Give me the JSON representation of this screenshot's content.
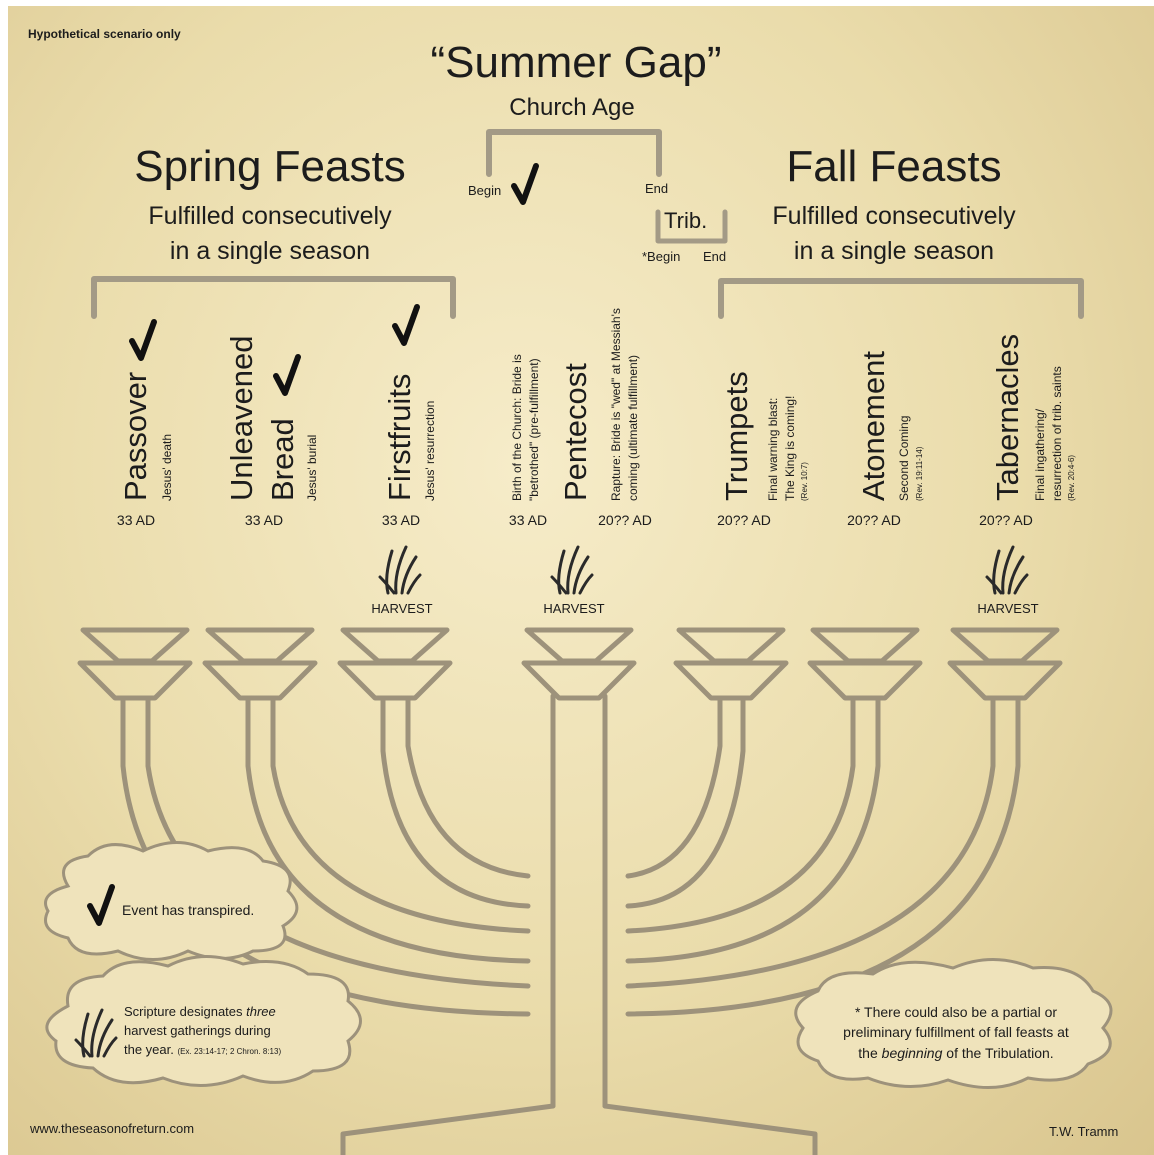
{
  "disclaimer": "Hypothetical scenario only",
  "title": "“Summer Gap”",
  "church_age": "Church Age",
  "gap_begin": "Begin",
  "gap_end": "End",
  "trib_label": "Trib.",
  "trib_begin": "*Begin",
  "trib_end": "End",
  "spring": {
    "title": "Spring Feasts",
    "line1": "Fulfilled consecutively",
    "line2": "in a single season"
  },
  "fall": {
    "title": "Fall Feasts",
    "line1": "Fulfilled consecutively",
    "line2": "in a single season"
  },
  "feasts": [
    {
      "name": "Passover",
      "sub1": "Jesus' death",
      "date": "33 AD",
      "fulfilled": true
    },
    {
      "name1": "Unleavened",
      "name2": "Bread",
      "sub1": "Jesus' burial",
      "date": "33 AD",
      "fulfilled": true
    },
    {
      "name": "Firstfruits",
      "sub1": "Jesus' resurrection",
      "date": "33 AD",
      "fulfilled": true
    },
    {
      "name": "Pentecost",
      "pre1": "Birth of the Church: Bride is",
      "pre2": "\"betrothed\" (pre-fulfillment)",
      "post1": "Rapture: Bride is \"wed\" at Messiah's",
      "post2": "coming (ultimate fulfillment)",
      "date_left": "33 AD",
      "date_right": "20?? AD"
    },
    {
      "name": "Trumpets",
      "sub1": "Final warning blast:",
      "sub2": "The King is coming!",
      "ref": "(Rev. 10:7)",
      "date": "20?? AD"
    },
    {
      "name": "Atonement",
      "sub1": "Second Coming",
      "ref": "(Rev. 19:11-14)",
      "date": "20?? AD"
    },
    {
      "name": "Tabernacles",
      "sub1": "Final ingathering/",
      "sub2": "resurrection of trib. saints",
      "ref": "(Rev. 20:4-6)",
      "date": "20?? AD"
    }
  ],
  "harvest_label": "HARVEST",
  "legend": {
    "check_text": "Event has transpired.",
    "harvest_line1_a": "Scripture designates ",
    "harvest_line1_b": "three",
    "harvest_line2": "harvest gatherings during",
    "harvest_line3": "the year.",
    "harvest_ref": "(Ex. 23:14-17; 2 Chron. 8:13)"
  },
  "footnote": {
    "line1": "* There could also be a partial or",
    "line2": "preliminary fulfillment of fall feasts at",
    "line3_a": "the ",
    "line3_b": "beginning",
    "line3_c": " of the Tribulation."
  },
  "website": "www.theseasonofreturn.com",
  "author": "T.W. Tramm",
  "colors": {
    "background": "#eadcab",
    "menorah": "#9d927b",
    "bracket": "#a39a86",
    "text": "#1c1c1c"
  }
}
